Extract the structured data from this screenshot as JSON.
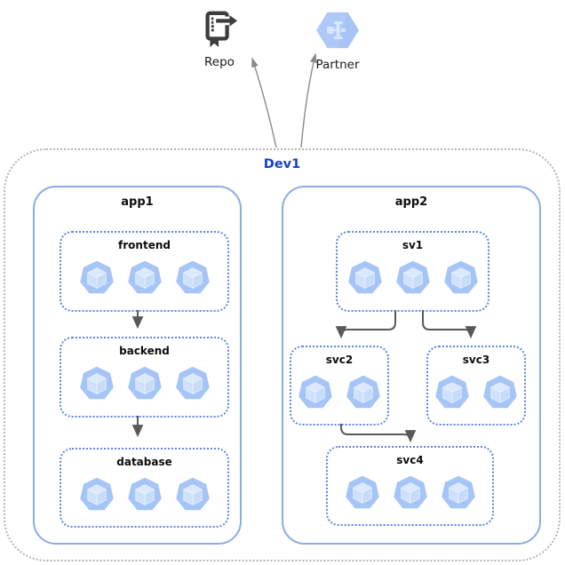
{
  "external_nodes": {
    "repo": {
      "label": "Repo",
      "icon": "source-repository-icon"
    },
    "partner": {
      "label": "Partner",
      "icon": "partner-interconnect-icon"
    }
  },
  "environment": {
    "label": "Dev1",
    "apps": [
      {
        "label": "app1",
        "services": [
          {
            "label": "frontend",
            "pods": 3
          },
          {
            "label": "backend",
            "pods": 3
          },
          {
            "label": "database",
            "pods": 3
          }
        ]
      },
      {
        "label": "app2",
        "services": [
          {
            "label": "sv1",
            "pods": 3
          },
          {
            "label": "svc2",
            "pods": 2
          },
          {
            "label": "svc3",
            "pods": 2
          },
          {
            "label": "svc4",
            "pods": 3
          }
        ]
      }
    ]
  },
  "connections": [
    {
      "from": "frontend",
      "to": "backend"
    },
    {
      "from": "backend",
      "to": "database"
    },
    {
      "from": "sv1",
      "to": "svc2"
    },
    {
      "from": "sv1",
      "to": "svc3"
    },
    {
      "from": "svc2",
      "to": "svc4"
    },
    {
      "from": "Dev1",
      "to": "Repo"
    },
    {
      "from": "Dev1",
      "to": "Partner"
    }
  ],
  "colors": {
    "env_border": "#b5b5b5",
    "app_border": "#8aace8",
    "service_border": "#5c84e4",
    "env_label": "#1641c8",
    "pod_heptagon": "#a6c5f7",
    "pod_cube_light": "#dbe8fd",
    "arrow_dark": "#595959",
    "arrow_thin": "#8a8a8a",
    "repo_icon": "#3d3d3d",
    "partner_hexagon": "#aec9f8"
  }
}
